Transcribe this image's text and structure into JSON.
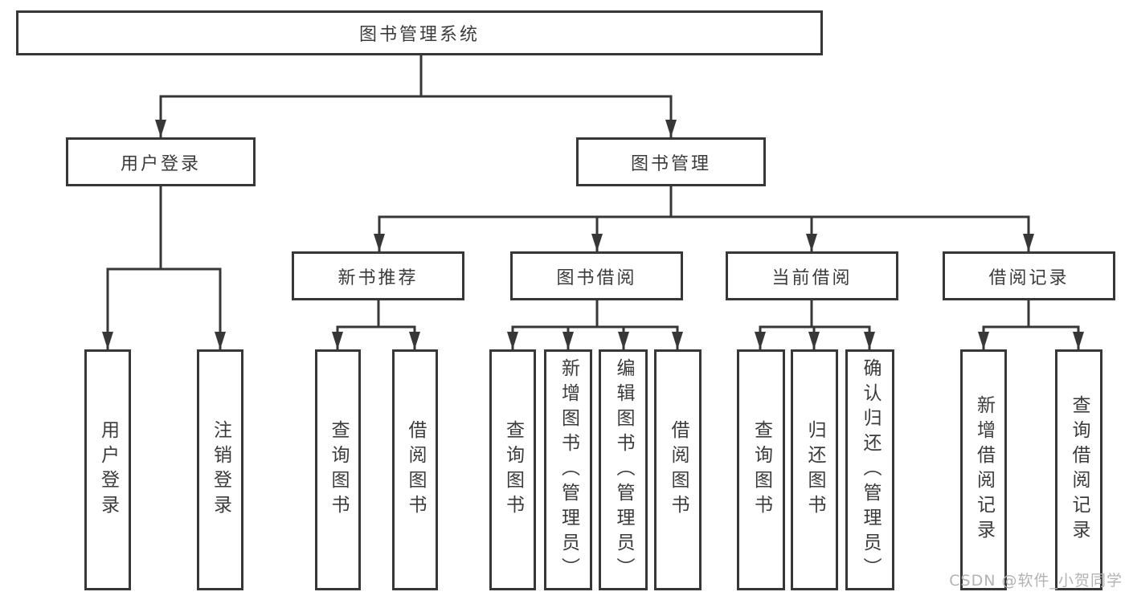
{
  "tree": {
    "label": "图书管理系统",
    "children": [
      {
        "label": "用户登录",
        "children": [
          {
            "label": "用户登录"
          },
          {
            "label": "注销登录"
          }
        ]
      },
      {
        "label": "图书管理",
        "children": [
          {
            "label": "新书推荐",
            "children": [
              {
                "label": "查询图书"
              },
              {
                "label": "借阅图书"
              }
            ]
          },
          {
            "label": "图书借阅",
            "children": [
              {
                "label": "查询图书"
              },
              {
                "label": "新增图书（管理员）"
              },
              {
                "label": "编辑图书（管理员）"
              },
              {
                "label": "借阅图书"
              }
            ]
          },
          {
            "label": "当前借阅",
            "children": [
              {
                "label": "查询图书"
              },
              {
                "label": "归还图书"
              },
              {
                "label": "确认归还（管理员）"
              }
            ]
          },
          {
            "label": "借阅记录",
            "children": [
              {
                "label": "新增借阅记录"
              },
              {
                "label": "查询借阅记录"
              }
            ]
          }
        ]
      }
    ]
  },
  "watermark": {
    "text": "CSDN @软件_小贺同学"
  },
  "colors": {
    "line": "#373737",
    "box_border": "#373737",
    "text": "#3b3b3b",
    "background": "#ffffff",
    "watermark": "#b3b3b3"
  }
}
